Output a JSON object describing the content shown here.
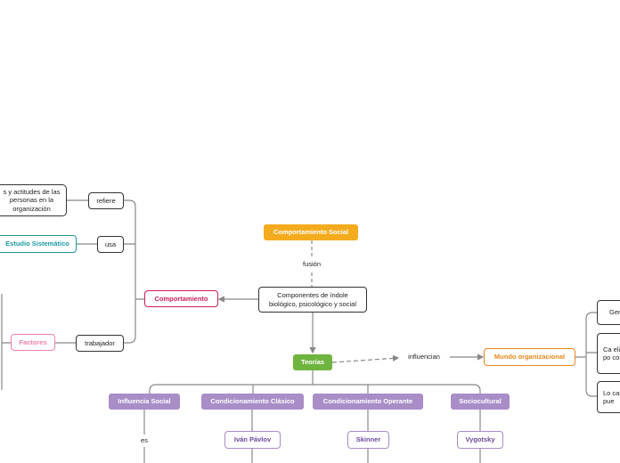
{
  "nodes": {
    "comportamiento_social": "Comportamiento Social",
    "fusion": "fusión",
    "componentes": "Componentes de índole biológico, psicológico y social",
    "comportamiento": "Comportamiento",
    "refiere": "refiere",
    "usa": "usa",
    "trabajador": "trabajador",
    "actitudes": "s y actitudes de las personas en la organización",
    "estudio_sistematico": "Estudio Sistemático",
    "factores": "Factores",
    "teorias": "Teorías",
    "influencian": "influencian",
    "mundo_organizacional": "Mundo organizacional",
    "gen": "Gen",
    "ca_elimi": "Ca elimi po com",
    "lo_casti": "Lo casti pue",
    "influencia_social": "Influencia Social",
    "condicionamiento_clasico": "Condicionamiento Clásico",
    "condicionamiento_operante": "Condicionamiento Operante",
    "sociocultural": "Sociocultural",
    "es": "es",
    "ivan_pavlov": "Iván Pávlov",
    "skinner": "Skinner",
    "vygotsky": "Vygotsky"
  },
  "colors": {
    "orange": "#f5ab1e",
    "crimson": "#cc1e5b",
    "teal": "#1a9aa0",
    "pink": "#f080a8",
    "green": "#6fb43f",
    "amber": "#e8891c",
    "purple": "#a98dc7",
    "purple_text": "#6a4a9c",
    "line": "#888888"
  }
}
